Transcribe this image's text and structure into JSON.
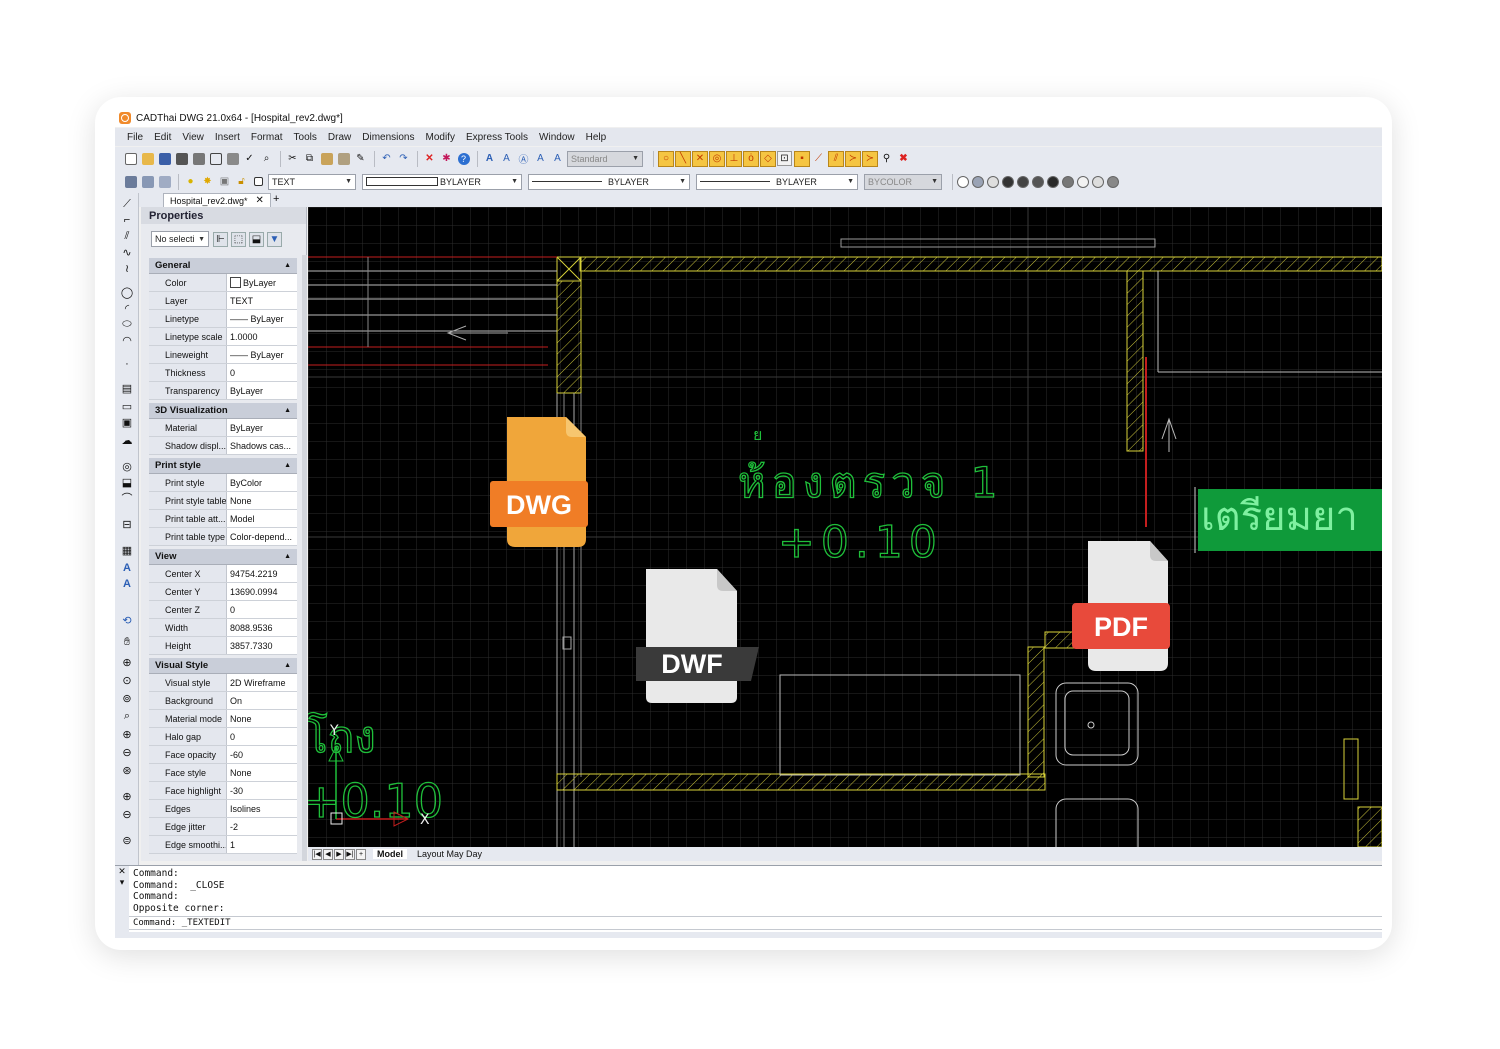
{
  "window": {
    "title": "CADThai DWG 21.0x64  - [Hospital_rev2.dwg*]"
  },
  "menu": [
    "File",
    "Edit",
    "View",
    "Insert",
    "Format",
    "Tools",
    "Draw",
    "Dimensions",
    "Modify",
    "Express Tools",
    "Window",
    "Help"
  ],
  "toolbar": {
    "text_style": "Standard",
    "layer": "TEXT",
    "color": "BYLAYER",
    "linetype": "BYLAYER",
    "lineweight": "BYLAYER",
    "plotstyle": "BYCOLOR"
  },
  "document_tab": {
    "label": "Hospital_rev2.dwg*",
    "close": "✕",
    "add": "+"
  },
  "properties": {
    "title": "Properties",
    "selection": "No selecti",
    "sections": [
      {
        "name": "General",
        "rows": [
          {
            "key": "Color",
            "value": "ByLayer",
            "swatch": true
          },
          {
            "key": "Layer",
            "value": "TEXT"
          },
          {
            "key": "Linetype",
            "value": "—— ByLayer"
          },
          {
            "key": "Linetype scale",
            "value": "1.0000"
          },
          {
            "key": "Lineweight",
            "value": "—— ByLayer"
          },
          {
            "key": "Thickness",
            "value": "0"
          },
          {
            "key": "Transparency",
            "value": "ByLayer"
          }
        ]
      },
      {
        "name": "3D Visualization",
        "rows": [
          {
            "key": "Material",
            "value": "ByLayer"
          },
          {
            "key": "Shadow displ...",
            "value": "Shadows cas..."
          }
        ]
      },
      {
        "name": "Print style",
        "rows": [
          {
            "key": "Print style",
            "value": "ByColor"
          },
          {
            "key": "Print style table",
            "value": "None"
          },
          {
            "key": "Print table att...",
            "value": "Model"
          },
          {
            "key": "Print table type",
            "value": "Color-depend..."
          }
        ]
      },
      {
        "name": "View",
        "rows": [
          {
            "key": "Center X",
            "value": "94754.2219"
          },
          {
            "key": "Center Y",
            "value": "13690.0994"
          },
          {
            "key": "Center Z",
            "value": "0"
          },
          {
            "key": "Width",
            "value": "8088.9536"
          },
          {
            "key": "Height",
            "value": "3857.7330"
          }
        ]
      },
      {
        "name": "Visual Style",
        "rows": [
          {
            "key": "Visual style",
            "value": "2D Wireframe"
          },
          {
            "key": "Background",
            "value": "On"
          },
          {
            "key": "Material mode",
            "value": "None"
          },
          {
            "key": "Halo gap",
            "value": "0"
          },
          {
            "key": "Face opacity",
            "value": "-60"
          },
          {
            "key": "Face style",
            "value": "None"
          },
          {
            "key": "Face highlight",
            "value": "-30"
          },
          {
            "key": "Edges",
            "value": "Isolines"
          },
          {
            "key": "Edge jitter",
            "value": "-2"
          },
          {
            "key": "Edge smoothi...",
            "value": "1"
          }
        ]
      }
    ]
  },
  "drawing": {
    "room_label": "ห้องตรวจ 1",
    "room_level": "+0.10",
    "small_mark": "ย",
    "left_label": "โถง",
    "left_level": "+0.10",
    "green_label": "เตรียมยา"
  },
  "file_icons": {
    "dwg": {
      "label": "DWG",
      "color": "#f0a63a",
      "badge": "#f07d26"
    },
    "dwf": {
      "label": "DWF",
      "color": "#e9e9e9",
      "badge": "#3a3a3a"
    },
    "pdf": {
      "label": "PDF",
      "color": "#e9e9e9",
      "badge": "#e84a3b"
    }
  },
  "layout_tabs": [
    "Model",
    "Layout May Day"
  ],
  "command_history": [
    "Command:",
    "Command:  _CLOSE",
    "Command:",
    "Opposite corner:"
  ],
  "command_current": "Command:  _TEXTEDIT",
  "colors": {
    "canvas": "#000000",
    "wall": "#d8d23a",
    "text_green": "#1fbf3a",
    "accent_red": "#c41e1e"
  }
}
